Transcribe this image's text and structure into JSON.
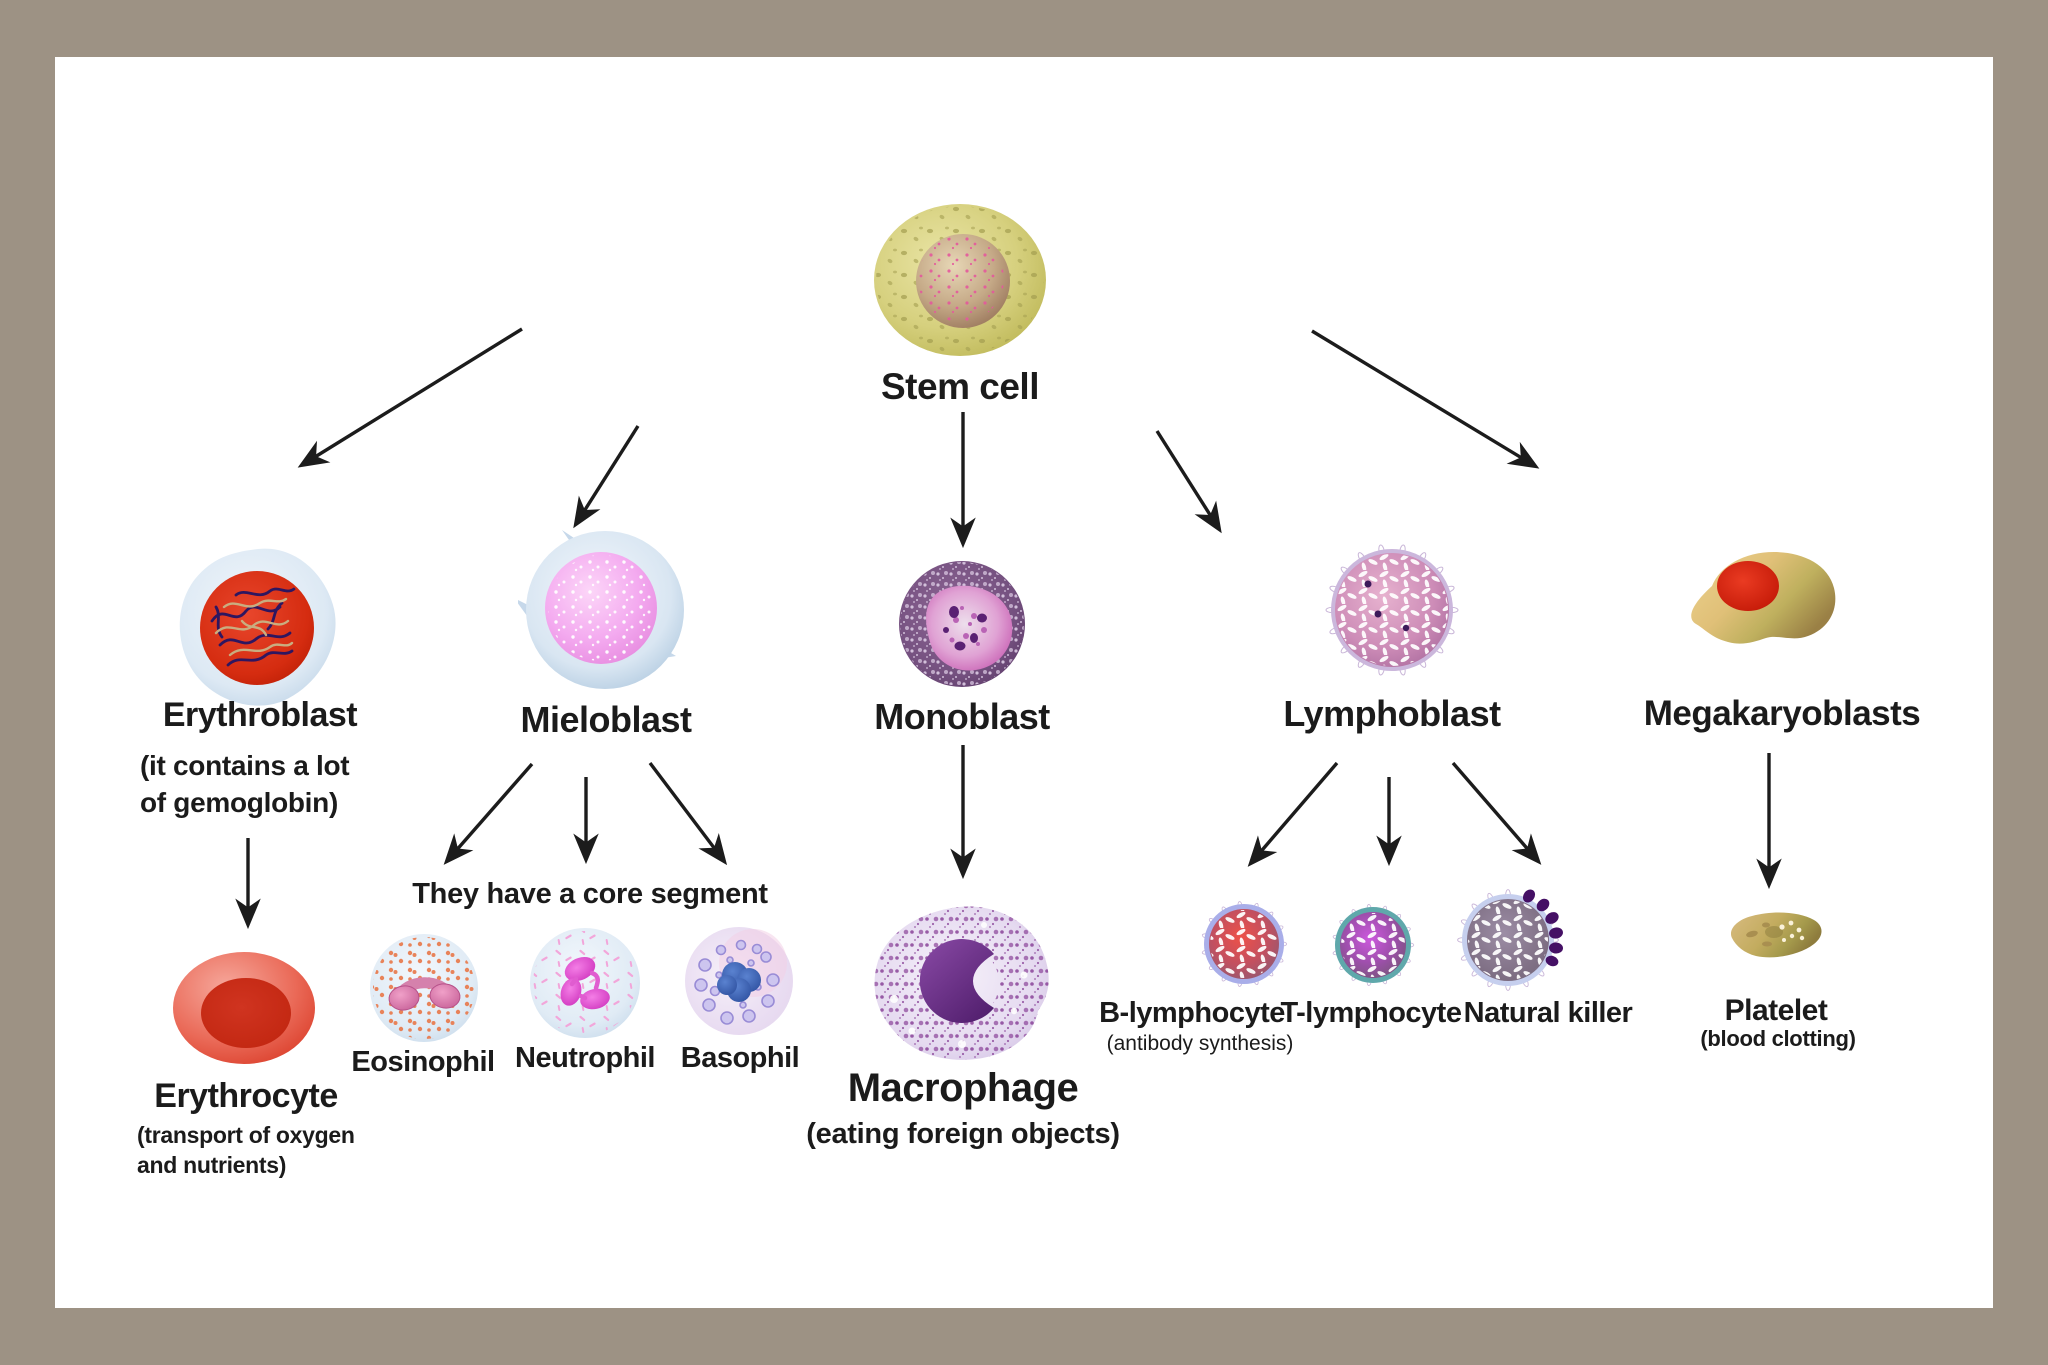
{
  "title": "Blood cell differentiation scheme",
  "palette": {
    "frame": "#9d9284",
    "panel": "#ffffff",
    "text": "#1b1b1b",
    "arrow": "#1c1c1c",
    "stem_cell_body": "#d6d07e",
    "erythroblast_nucleus": "#d92f14",
    "mieloblast_nucleus": "#f3a5ee",
    "monoblast_body": "#6f4a7c",
    "lymphoblast_core": "#c987b4",
    "megakaryoblast_body": "#ddbe74",
    "erythrocyte": "#e0503f",
    "macrophage_nucleus": "#62297e",
    "platelet_body": "#bfa95e"
  },
  "nodes": {
    "stem_cell": {
      "label": "Stem cell"
    },
    "erythroblast": {
      "label": "Erythroblast",
      "note1": "(it contains a lot",
      "note2": "of gemoglobin)"
    },
    "mieloblast": {
      "label": "Mieloblast"
    },
    "monoblast": {
      "label": "Monoblast"
    },
    "lymphoblast": {
      "label": "Lymphoblast"
    },
    "megakaryoblasts": {
      "label": "Megakaryoblasts"
    },
    "erythrocyte": {
      "label": "Erythrocyte",
      "note1": "(transport of oxygen",
      "note2": "and nutrients)"
    },
    "granulocyte_note": "They have a core segment",
    "eosinophil": {
      "label": "Eosinophil"
    },
    "neutrophil": {
      "label": "Neutrophil"
    },
    "basophil": {
      "label": "Basophil"
    },
    "macrophage": {
      "label": "Macrophage",
      "note": "(eating foreign objects)"
    },
    "b_lymphocyte": {
      "label": "B-lymphocyte",
      "note": "(antibody synthesis)"
    },
    "t_lymphocyte": {
      "label": "T-lymphocyte"
    },
    "natural_killer": {
      "label": "Natural killer"
    },
    "platelet": {
      "label": "Platelet",
      "note": "(blood clotting)"
    }
  },
  "edges": [
    "stem_cell>erythroblast",
    "stem_cell>mieloblast",
    "stem_cell>monoblast",
    "stem_cell>lymphoblast",
    "stem_cell>megakaryoblasts",
    "erythroblast>erythrocyte",
    "mieloblast>eosinophil",
    "mieloblast>neutrophil",
    "mieloblast>basophil",
    "monoblast>macrophage",
    "lymphoblast>b_lymphocyte",
    "lymphoblast>t_lymphocyte",
    "lymphoblast>natural_killer",
    "megakaryoblasts>platelet"
  ]
}
